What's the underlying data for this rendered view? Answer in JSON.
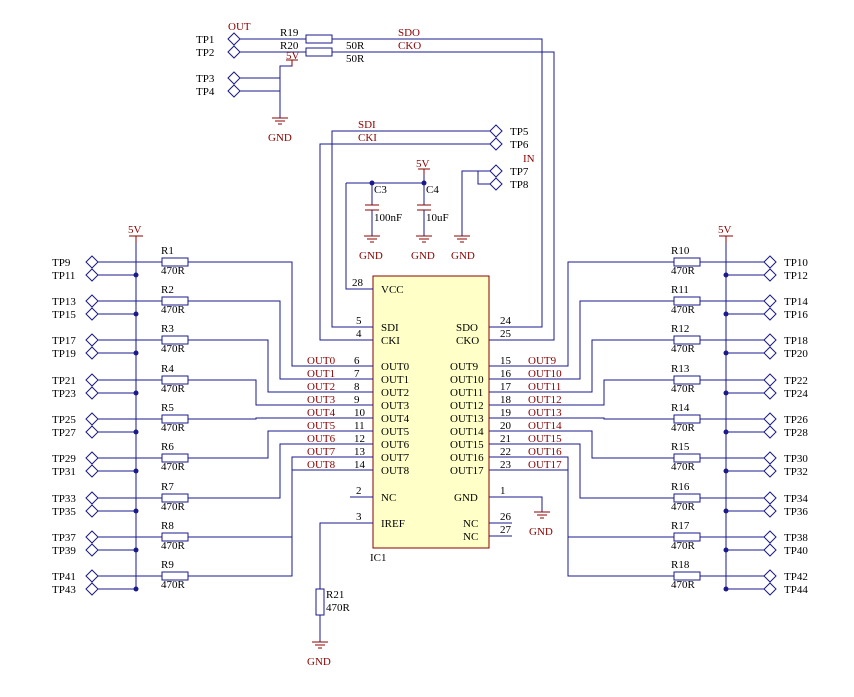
{
  "designators": {
    "ic": "IC1",
    "caps": [
      {
        "ref": "C3",
        "value": "100nF"
      },
      {
        "ref": "C4",
        "value": "10uF"
      }
    ],
    "r_io": [
      {
        "ref": "R19",
        "value": ""
      },
      {
        "ref": "R20",
        "value": "50R"
      }
    ],
    "r19_value": "50R",
    "r_iref": {
      "ref": "R21",
      "value": "470R"
    },
    "left_res": [
      {
        "ref": "R1",
        "value": "470R"
      },
      {
        "ref": "R2",
        "value": "470R"
      },
      {
        "ref": "R3",
        "value": "470R"
      },
      {
        "ref": "R4",
        "value": "470R"
      },
      {
        "ref": "R5",
        "value": "470R"
      },
      {
        "ref": "R6",
        "value": "470R"
      },
      {
        "ref": "R7",
        "value": "470R"
      },
      {
        "ref": "R8",
        "value": "470R"
      },
      {
        "ref": "R9",
        "value": "470R"
      }
    ],
    "right_res": [
      {
        "ref": "R10",
        "value": "470R"
      },
      {
        "ref": "R11",
        "value": "470R"
      },
      {
        "ref": "R12",
        "value": "470R"
      },
      {
        "ref": "R13",
        "value": "470R"
      },
      {
        "ref": "R14",
        "value": "470R"
      },
      {
        "ref": "R15",
        "value": "470R"
      },
      {
        "ref": "R16",
        "value": "470R"
      },
      {
        "ref": "R17",
        "value": "470R"
      },
      {
        "ref": "R18",
        "value": "470R"
      }
    ]
  },
  "testpoints": {
    "top": [
      "TP1",
      "TP2",
      "TP3",
      "TP4",
      "TP5",
      "TP6",
      "TP7",
      "TP8"
    ],
    "left": [
      [
        "TP9",
        "TP11"
      ],
      [
        "TP13",
        "TP15"
      ],
      [
        "TP17",
        "TP19"
      ],
      [
        "TP21",
        "TP23"
      ],
      [
        "TP25",
        "TP27"
      ],
      [
        "TP29",
        "TP31"
      ],
      [
        "TP33",
        "TP35"
      ],
      [
        "TP37",
        "TP39"
      ],
      [
        "TP41",
        "TP43"
      ]
    ],
    "right": [
      [
        "TP10",
        "TP12"
      ],
      [
        "TP14",
        "TP16"
      ],
      [
        "TP18",
        "TP20"
      ],
      [
        "TP22",
        "TP24"
      ],
      [
        "TP26",
        "TP28"
      ],
      [
        "TP30",
        "TP32"
      ],
      [
        "TP34",
        "TP36"
      ],
      [
        "TP38",
        "TP40"
      ],
      [
        "TP42",
        "TP44"
      ]
    ]
  },
  "power": {
    "vcc": "5V",
    "gnd": "GND"
  },
  "nets": {
    "out": "OUT",
    "in": "IN",
    "sdo": "SDO",
    "cko": "CKO",
    "sdi": "SDI",
    "cki": "CKI",
    "left_outs": [
      "OUT0",
      "OUT1",
      "OUT2",
      "OUT3",
      "OUT4",
      "OUT5",
      "OUT6",
      "OUT7",
      "OUT8"
    ],
    "right_outs": [
      "OUT9",
      "OUT10",
      "OUT11",
      "OUT12",
      "OUT13",
      "OUT14",
      "OUT15",
      "OUT16",
      "OUT17"
    ]
  },
  "chip": {
    "vcc_pin": {
      "name": "VCC",
      "num": "28"
    },
    "sdi_pin": {
      "name": "SDI",
      "num": "5"
    },
    "cki_pin": {
      "name": "CKI",
      "num": "4"
    },
    "sdo_pin": {
      "name": "SDO",
      "num": "24"
    },
    "cko_pin": {
      "name": "CKO",
      "num": "25"
    },
    "left_pins": [
      {
        "name": "OUT0",
        "num": "6"
      },
      {
        "name": "OUT1",
        "num": "7"
      },
      {
        "name": "OUT2",
        "num": "8"
      },
      {
        "name": "OUT3",
        "num": "9"
      },
      {
        "name": "OUT4",
        "num": "10"
      },
      {
        "name": "OUT5",
        "num": "11"
      },
      {
        "name": "OUT6",
        "num": "12"
      },
      {
        "name": "OUT7",
        "num": "13"
      },
      {
        "name": "OUT8",
        "num": "14"
      }
    ],
    "right_pins": [
      {
        "name": "OUT9",
        "num": "15"
      },
      {
        "name": "OUT10",
        "num": "16"
      },
      {
        "name": "OUT11",
        "num": "17"
      },
      {
        "name": "OUT12",
        "num": "18"
      },
      {
        "name": "OUT13",
        "num": "19"
      },
      {
        "name": "OUT14",
        "num": "20"
      },
      {
        "name": "OUT15",
        "num": "21"
      },
      {
        "name": "OUT16",
        "num": "22"
      },
      {
        "name": "OUT17",
        "num": "23"
      }
    ],
    "nc_pin": {
      "name": "NC",
      "num": "2"
    },
    "iref_pin": {
      "name": "IREF",
      "num": "3"
    },
    "gnd_pin": {
      "name": "GND",
      "num": "1"
    },
    "nc26": {
      "name": "NC",
      "num": "26"
    },
    "nc27": {
      "name": "NC",
      "num": "27"
    }
  }
}
